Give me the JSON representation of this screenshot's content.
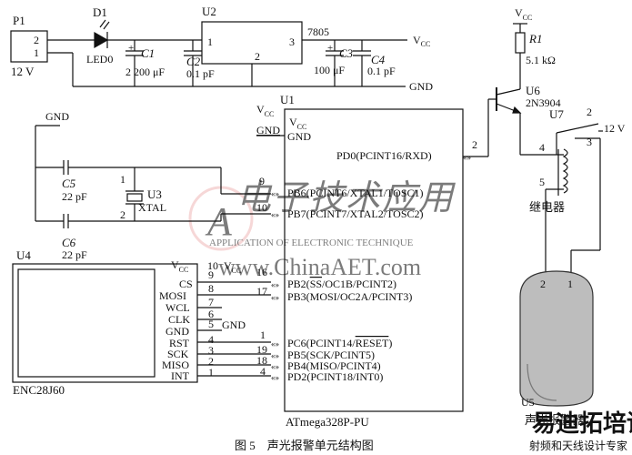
{
  "caption": "图 5　声光报警单元结构图",
  "watermark": {
    "cn": "电子技术应用",
    "en": "APPLICATION OF ELECTRONIC TECHNIQUE",
    "url": "www.ChinaAET.com",
    "brand_cn": "易迪拓培训",
    "brand_sub": "射频和天线设计专家"
  },
  "power": {
    "p1": "P1",
    "p1_voltage": "12 V",
    "p1_pin_top": "2",
    "p1_pin_bot": "1",
    "d1": "D1",
    "d1_model": "LED0",
    "c1": "C1",
    "c1_value": "2 200 μF",
    "c1_plus": "+",
    "c2": "C2",
    "c2_value": "0.1 pF",
    "u2": "U2",
    "u2_model": "7805",
    "u2_pin1": "1",
    "u2_pin2": "2",
    "u2_pin3": "3",
    "vcc": "V",
    "vcc_sub": "CC",
    "c3": "C3",
    "c3_value": "100 μF",
    "c3_plus": "+",
    "c4": "C4",
    "c4_value": "0.1 pF",
    "gnd": "GND"
  },
  "crystal": {
    "gnd": "GND",
    "c5": "C5",
    "c5_value": "22 pF",
    "c6": "C6",
    "c6_value": "22 pF",
    "u3": "U3",
    "u3_model": "XTAL",
    "pin1": "1",
    "pin2": "2"
  },
  "mcu": {
    "u1": "U1",
    "vcc_ext": "V",
    "vcc_ext_sub": "CC",
    "gnd_ext": "GND",
    "vcc_int": "V",
    "vcc_int_sub": "CC",
    "gnd_int": "GND",
    "model": "ATmega328P-PU",
    "pins": [
      {
        "name": "PD0(PCINT16/RXD)",
        "num": "2"
      },
      {
        "name": "PB6(PCINT6/XTAL1/TOSC1)",
        "num": "9"
      },
      {
        "name": "PB7(PCINT7/XTAL2/TOSC2)",
        "num": "10"
      },
      {
        "name": "PB2(SS/OC1B/PCINT2)",
        "num": "16"
      },
      {
        "name": "PB3(MOSI/OC2A/PCINT3)",
        "num": "17"
      },
      {
        "name": "PC6(PCINT14/RESET)",
        "num": "1"
      },
      {
        "name": "PB5(SCK/PCINT5)",
        "num": "19"
      },
      {
        "name": "PB4(MISO/PCINT4)",
        "num": "18"
      },
      {
        "name": "PD2(PCINT18/INT0)",
        "num": "4"
      }
    ]
  },
  "enc": {
    "u4": "U4",
    "model": "ENC28J60",
    "vcc": "V",
    "vcc_sub": "CC",
    "vcc_pin": "10",
    "vcc_net": "V",
    "vcc_net_sub": "CC",
    "gnd_net": "GND",
    "pins": [
      {
        "name": "CS",
        "num": "9"
      },
      {
        "name": "MOSI",
        "num": "8"
      },
      {
        "name": "WCL",
        "num": "7"
      },
      {
        "name": "CLK",
        "num": "6"
      },
      {
        "name": "GND",
        "num": "5"
      },
      {
        "name": "RST",
        "num": "4"
      },
      {
        "name": "SCK",
        "num": "3"
      },
      {
        "name": "MISO",
        "num": "2"
      },
      {
        "name": "INT",
        "num": "1"
      }
    ]
  },
  "alarm": {
    "vcc": "V",
    "vcc_sub": "CC",
    "r1": "R1",
    "r1_value": "5.1 kΩ",
    "u6": "U6",
    "u6_model": "2N3904",
    "u7": "U7",
    "u7_12v": "12 V",
    "relay_pin2": "2",
    "relay_pin3": "3",
    "relay_pin4": "4",
    "relay_pin5": "5",
    "relay_label": "继电器",
    "u5": "U5",
    "u5_label": "声光报警器",
    "u5_pin2": "2",
    "u5_pin1": "1"
  }
}
